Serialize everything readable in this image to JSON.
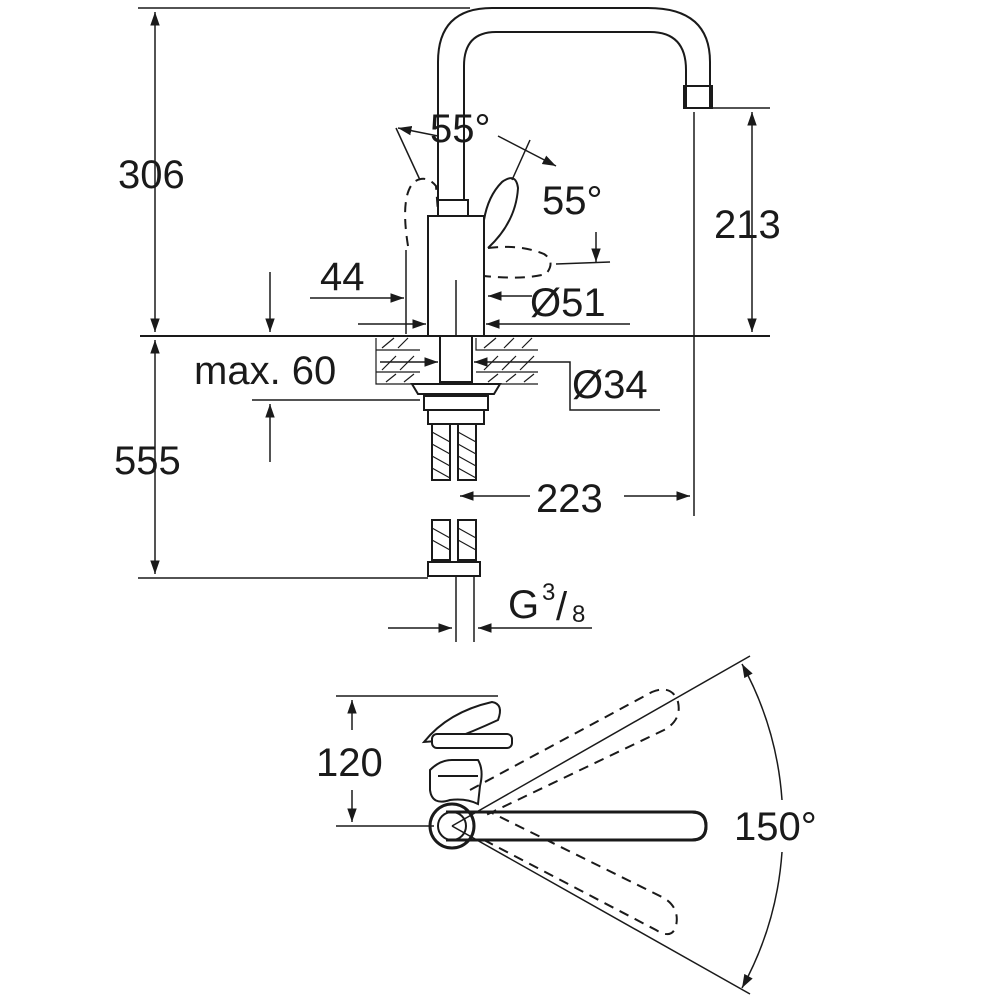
{
  "front_view": {
    "dims": {
      "total_height_above": "306",
      "spout_height": "213",
      "lever_angle_left": "55°",
      "lever_angle_right": "55°",
      "base_offset": "44",
      "base_diameter": "Ø51",
      "deck_thickness": "max. 60",
      "hole_diameter": "Ø34",
      "spout_reach": "223",
      "hose_length": "555",
      "connection_thread_main": "G",
      "connection_thread_num": "3",
      "connection_thread_den": "8"
    }
  },
  "top_view": {
    "dims": {
      "lever_length": "120",
      "swivel_angle": "150°"
    }
  }
}
